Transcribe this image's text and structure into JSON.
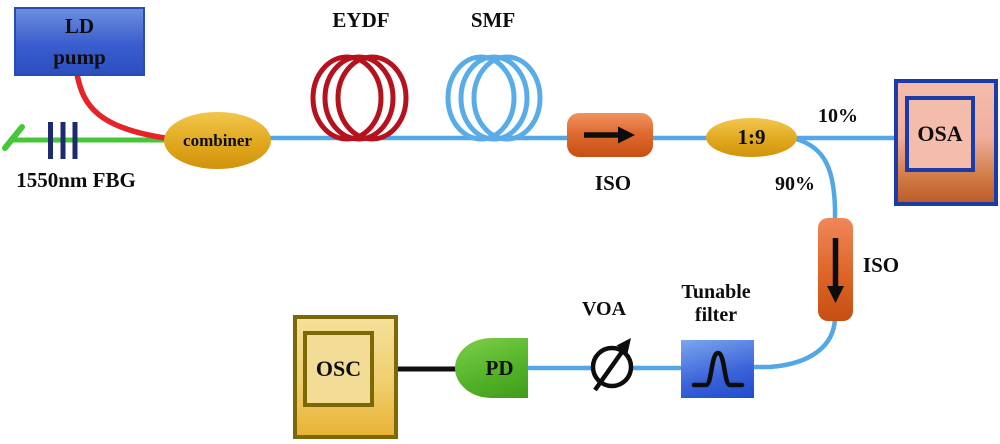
{
  "figure": {
    "title": "fiber laser experimental setup",
    "labels": {
      "ld_pump_line1": "LD",
      "ld_pump_line2": "pump",
      "fbg": "1550nm FBG",
      "combiner": "combiner",
      "eydf": "EYDF",
      "smf": "SMF",
      "iso_main": "ISO",
      "coupler_ratio": "1:9",
      "tap_10": "10%",
      "tap_90": "90%",
      "osa": "OSA",
      "iso_branch": "ISO",
      "tunable_filter_line1": "Tunable",
      "tunable_filter_line2": "filter",
      "voa": "VOA",
      "pd": "PD",
      "osc": "OSC"
    },
    "icons": {
      "right_arrow": "right-arrow-icon (isolator direction)",
      "down_arrow": "down-arrow-icon (isolator direction)",
      "voa_symbol": "circle-with-slash-arrow attenuator icon",
      "bandpass_curve": "bandpass-filter response curve icon",
      "fbg_grating": "three vertical grating bars",
      "angled_mirror": "angled fiber end stroke",
      "eydf_coil": "three-loop fiber coil (red)",
      "smf_coil": "three-loop fiber coil (blue)"
    },
    "colors": {
      "fiber_blue": "#53a7e6",
      "fiber_green": "#47c639",
      "pump_fiber_red": "#e62328",
      "fbg_navy": "#1e2a6e",
      "eydf_coil_red": "#b5121e",
      "smf_coil_blue": "#5aace8",
      "ld_pump_blue": "#3a5ecd",
      "combiner_gold": "#e0a81f",
      "iso_orange": "#e06a30",
      "osa_salmon": "#f4bcac",
      "osa_border_blue": "#1b3ca6",
      "filter_blue": "#3a62da",
      "pd_green": "#55b42a",
      "osc_gold": "#efcf6e",
      "electrical_line_black": "#111111"
    }
  }
}
